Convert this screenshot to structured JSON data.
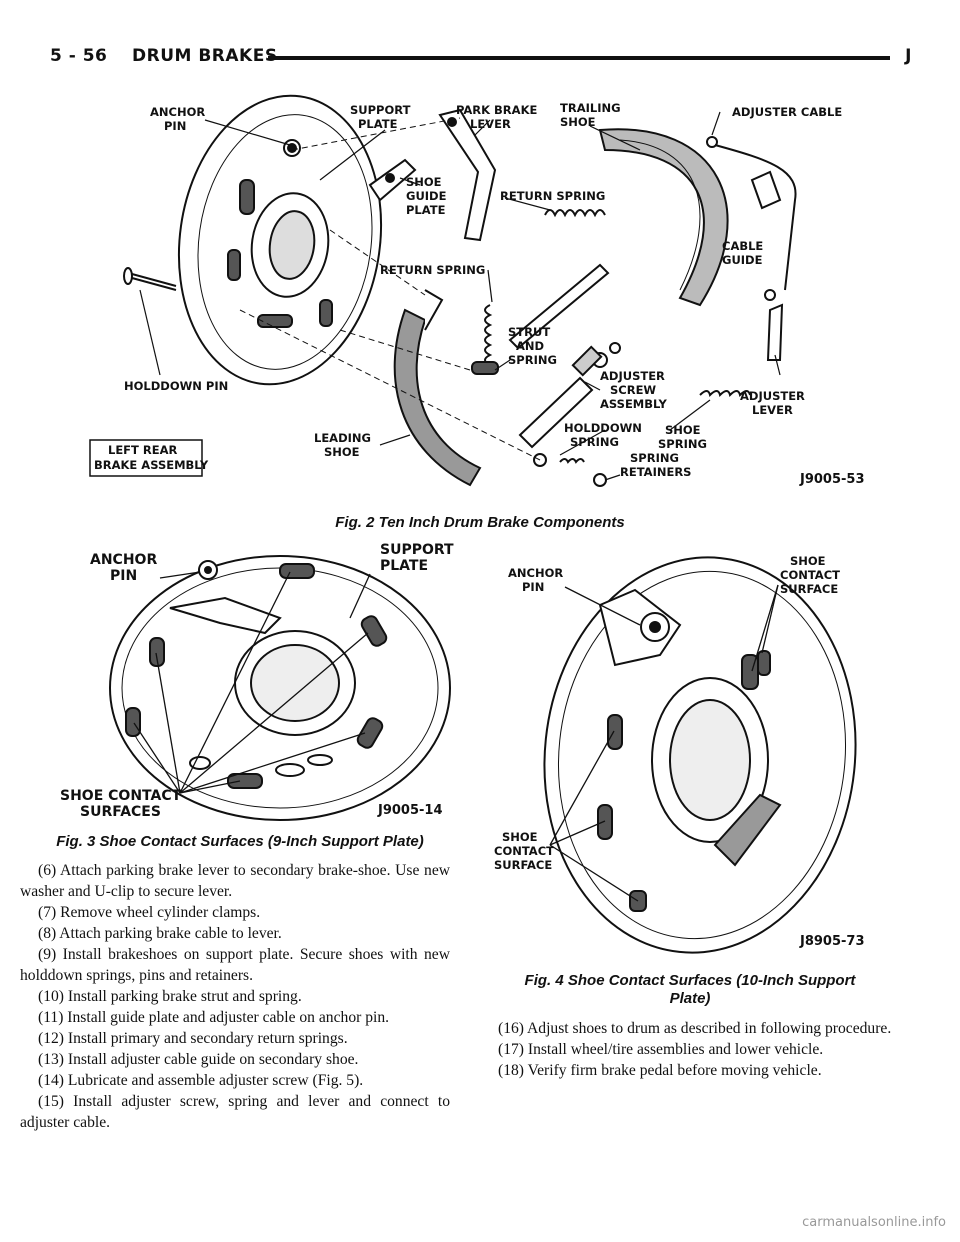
{
  "header": {
    "page_number": "5 - 56",
    "section": "DRUM BRAKES",
    "letter": "J"
  },
  "fig2": {
    "caption": "Fig. 2 Ten Inch Drum Brake Components",
    "code": "J9005-53",
    "labels": {
      "anchor_pin_1": "ANCHOR",
      "anchor_pin_2": "PIN",
      "support_plate_1": "SUPPORT",
      "support_plate_2": "PLATE",
      "park_brake_lever_1": "PARK BRAKE",
      "park_brake_lever_2": "LEVER",
      "trailing_shoe_1": "TRAILING",
      "trailing_shoe_2": "SHOE",
      "adjuster_cable": "ADJUSTER CABLE",
      "shoe_guide_plate_1": "SHOE",
      "shoe_guide_plate_2": "GUIDE",
      "shoe_guide_plate_3": "PLATE",
      "return_spring_top": "RETURN SPRING",
      "cable_guide_1": "CABLE",
      "cable_guide_2": "GUIDE",
      "return_spring_mid": "RETURN SPRING",
      "strut_1": "STRUT",
      "strut_2": "AND",
      "strut_3": "SPRING",
      "adjuster_screw_1": "ADJUSTER",
      "adjuster_screw_2": "SCREW",
      "adjuster_screw_3": "ASSEMBLY",
      "adjuster_lever_1": "ADJUSTER",
      "adjuster_lever_2": "LEVER",
      "holddown_pin": "HOLDDOWN PIN",
      "holddown_spring_1": "HOLDDOWN",
      "holddown_spring_2": "SPRING",
      "shoe_spring_1": "SHOE",
      "shoe_spring_2": "SPRING",
      "leading_shoe_1": "LEADING",
      "leading_shoe_2": "SHOE",
      "spring_retainers_1": "SPRING",
      "spring_retainers_2": "RETAINERS",
      "box_1": "LEFT REAR",
      "box_2": "BRAKE ASSEMBLY"
    }
  },
  "fig3": {
    "caption": "Fig. 3 Shoe Contact Surfaces (9-Inch Support Plate)",
    "code": "J9005-14",
    "labels": {
      "anchor_1": "ANCHOR",
      "anchor_2": "PIN",
      "support_1": "SUPPORT",
      "support_2": "PLATE",
      "shoe_1": "SHOE CONTACT",
      "shoe_2": "SURFACES"
    }
  },
  "fig4": {
    "caption_1": "Fig. 4 Shoe Contact Surfaces (10-Inch Support",
    "caption_2": "Plate)",
    "code": "J8905-73",
    "labels": {
      "anchor_1": "ANCHOR",
      "anchor_2": "PIN",
      "top_1": "SHOE",
      "top_2": "CONTACT",
      "top_3": "SURFACE",
      "bot_1": "SHOE",
      "bot_2": "CONTACT",
      "bot_3": "SURFACE"
    }
  },
  "left_text": [
    "(6) Attach parking brake lever to secondary brake-shoe. Use new washer and U-clip to secure lever.",
    "(7) Remove wheel cylinder clamps.",
    "(8) Attach parking brake cable to lever.",
    "(9) Install brakeshoes on support plate. Secure shoes with new holddown springs, pins and retainers.",
    "(10) Install parking brake strut and spring.",
    "(11) Install guide plate and adjuster cable on anchor pin.",
    "(12) Install primary and secondary return springs.",
    "(13) Install adjuster cable guide on secondary shoe.",
    "(14) Lubricate and assemble adjuster screw (Fig. 5).",
    "(15) Install adjuster screw, spring and lever and connect to adjuster cable."
  ],
  "right_text": [
    "(16) Adjust shoes to drum as described in following procedure.",
    "(17) Install wheel/tire assemblies and lower vehicle.",
    "(18) Verify firm brake pedal before moving vehicle."
  ],
  "watermark": "carmanualsonline.info"
}
